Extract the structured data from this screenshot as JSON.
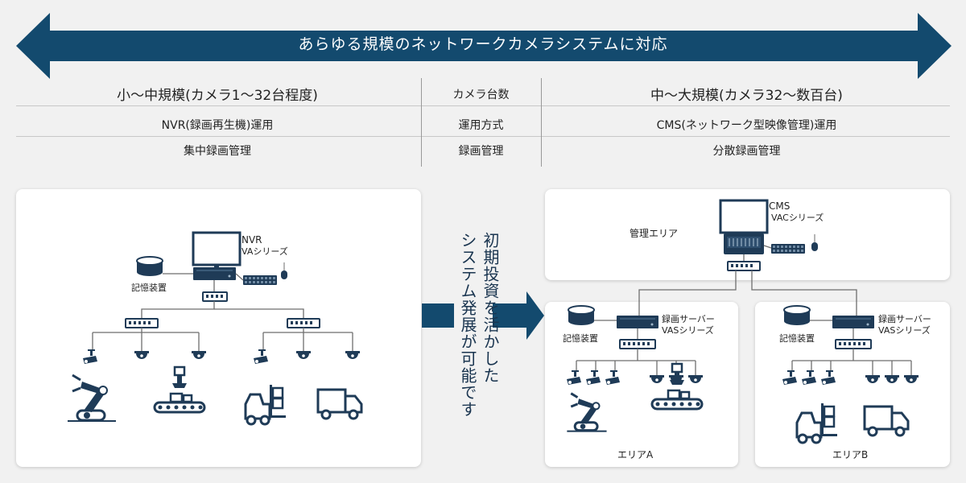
{
  "banner": {
    "title": "あらゆる規模のネットワークカメラシステムに対応",
    "color": "#134a6e"
  },
  "table": {
    "headers": {
      "left": "小〜中規模(カメラ1〜32台程度)",
      "middle": "カメラ台数",
      "right": "中〜大規模(カメラ32〜数百台)"
    },
    "rows": [
      {
        "left": "NVR(録画再生機)運用",
        "middle": "運用方式",
        "right": "CMS(ネットワーク型映像管理)運用"
      },
      {
        "left": "集中録画管理",
        "middle": "録画管理",
        "right": "分散録画管理"
      }
    ]
  },
  "left_panel": {
    "nvr_label": "NVR",
    "nvr_series": "VAシリーズ",
    "storage_label": "記憶装置"
  },
  "center": {
    "line1": "初期投資を活かした",
    "line2": "システム発展が可能です"
  },
  "right": {
    "cms_label": "CMS",
    "cms_series": "VACシリーズ",
    "mgmt_area": "管理エリア",
    "area_a": {
      "server_label": "録画サーバー",
      "server_series": "VASシリーズ",
      "storage_label": "記憶装置",
      "area_name": "エリアA"
    },
    "area_b": {
      "server_label": "録画サーバー",
      "server_series": "VASシリーズ",
      "storage_label": "記憶装置",
      "area_name": "エリアB"
    }
  },
  "colors": {
    "navy": "#134a6e",
    "device": "#1f3b57",
    "line": "#6e6e6e"
  },
  "icons": [
    "monitor-icon",
    "nvr-recorder-icon",
    "keyboard-icon",
    "mouse-icon",
    "storage-icon",
    "network-switch-icon",
    "bullet-camera-icon",
    "dome-camera-icon",
    "robot-arm-icon",
    "conveyor-icon",
    "forklift-icon",
    "truck-icon",
    "cms-workstation-icon",
    "recording-server-icon"
  ]
}
